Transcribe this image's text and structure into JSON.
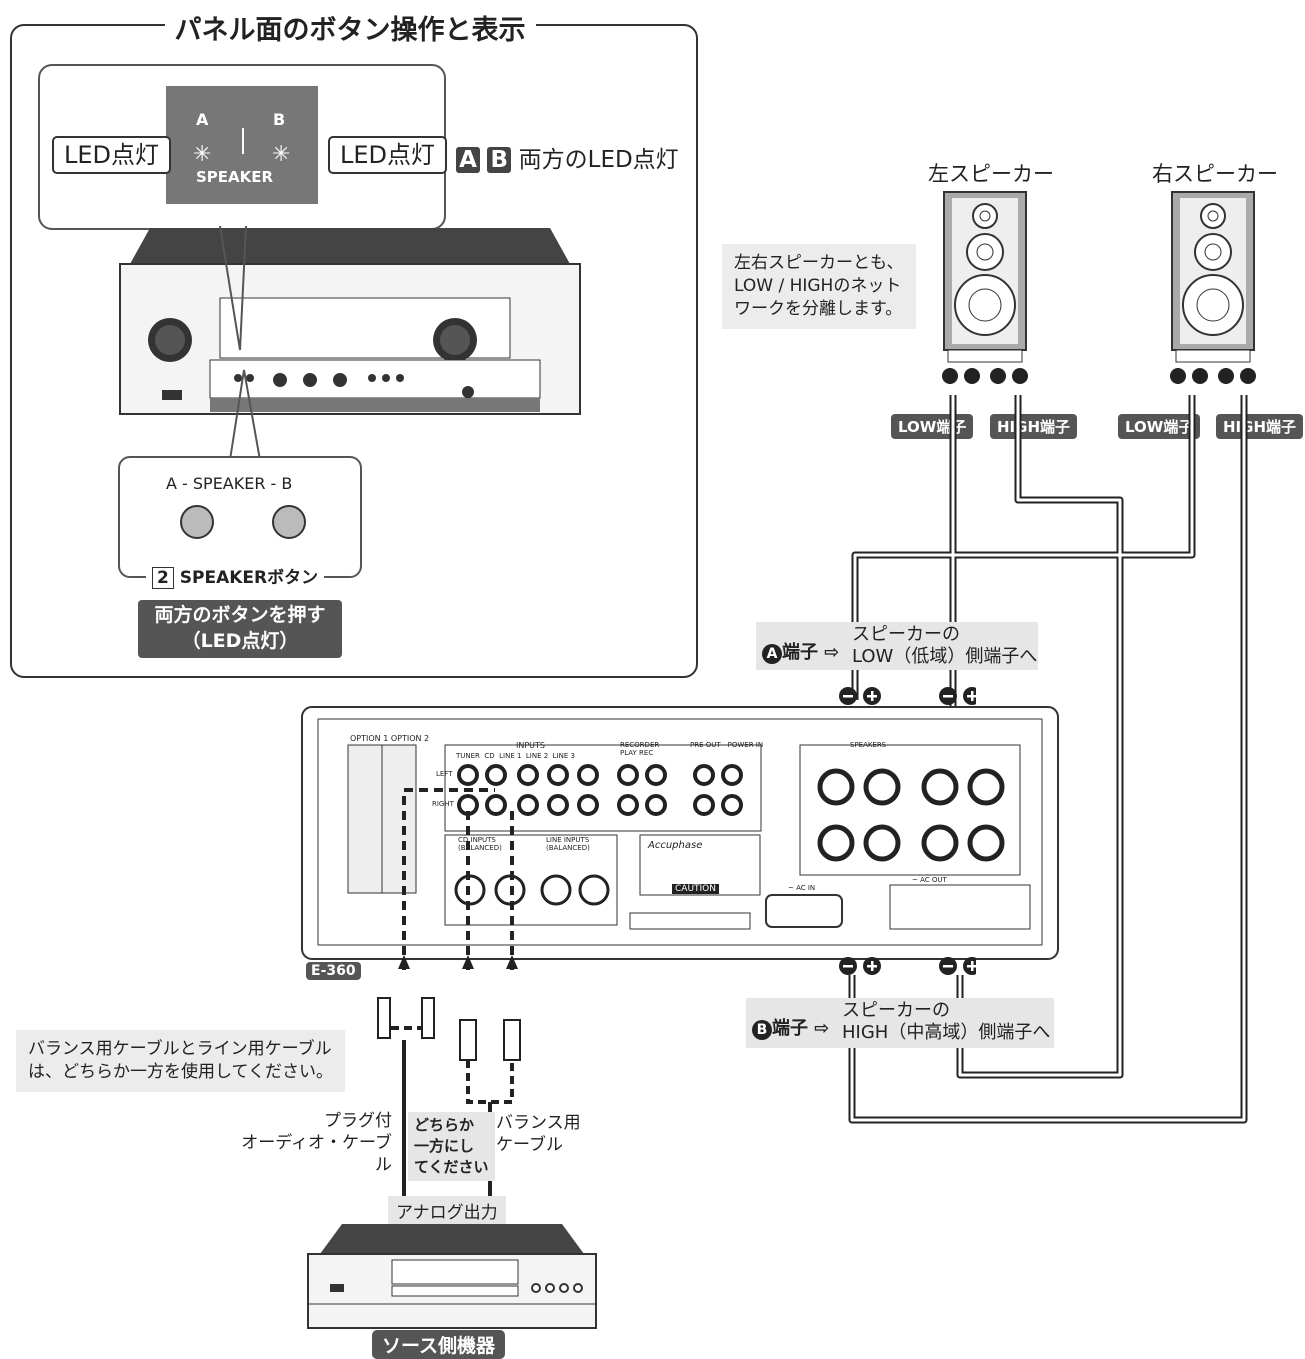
{
  "panel": {
    "title": "パネル面のボタン操作と表示",
    "led_a_letter": "A",
    "led_b_letter": "B",
    "led_label_left": "LED点灯",
    "led_label_right": "LED点灯",
    "speaker_label": "SPEAKER",
    "both_led_prefix_a": "A",
    "both_led_prefix_b": "B",
    "both_led_text": "両方のLED点灯",
    "buttons_caption": "A - SPEAKER - B",
    "button_number": "2",
    "button_name": "SPEAKERボタン",
    "press_line1": "両方のボタンを押す",
    "press_line2": "（LED点灯）"
  },
  "speakers": {
    "left_title": "左スピーカー",
    "right_title": "右スピーカー",
    "note_line1": "左右スピーカーとも、",
    "note_line2": "LOW / HIGHのネット",
    "note_line3": "ワークを分離します。",
    "low_terminal": "LOW端子",
    "high_terminal": "HIGH端子"
  },
  "terminal_a": {
    "letter": "A",
    "label": "端子",
    "arrow": "⇨",
    "line1": "スピーカーの",
    "line2": "LOW（低域）側端子へ"
  },
  "terminal_b": {
    "letter": "B",
    "label": "端子",
    "arrow": "⇨",
    "line1": "スピーカーの",
    "line2": "HIGH（中高域）側端子へ"
  },
  "amp": {
    "model_tag": "E-360",
    "option1": "OPTION 1",
    "option2": "OPTION 2",
    "inputs": "INPUTS",
    "tuner": "TUNER",
    "cd": "CD",
    "line1": "LINE 1",
    "line2": "LINE 2",
    "line3": "LINE 3",
    "recorder": "RECORDER",
    "play": "PLAY",
    "rec": "REC",
    "preout": "PRE OUT - POWER IN",
    "left": "LEFT",
    "right": "RIGHT",
    "cd_inputs_bal": "CD INPUTS (BALANCED)",
    "line_inputs_bal": "LINE INPUTS (BALANCED)",
    "speakers_label": "SPEAKERS",
    "ac_in": "~ AC IN",
    "ac_out": "~ AC OUT",
    "caution": "CAUTION",
    "brand": "Accuphase"
  },
  "cables": {
    "note_line1": "バランス用ケーブルとライン用ケーブル",
    "note_line2": "は、どちらか一方を使用してください。",
    "plug_line1": "プラグ付",
    "plug_line2": "オーディオ・ケーブル",
    "choose_line1": "どちらか",
    "choose_line2": "一方にし",
    "choose_line3": "てください",
    "balance_line1": "バランス用",
    "balance_line2": "ケーブル",
    "analog_out": "アナログ出力",
    "source": "ソース側機器"
  },
  "colors": {
    "dark": "#333333",
    "tag": "#555555",
    "callout": "#e6e6e6",
    "panel_gray": "#777777"
  }
}
